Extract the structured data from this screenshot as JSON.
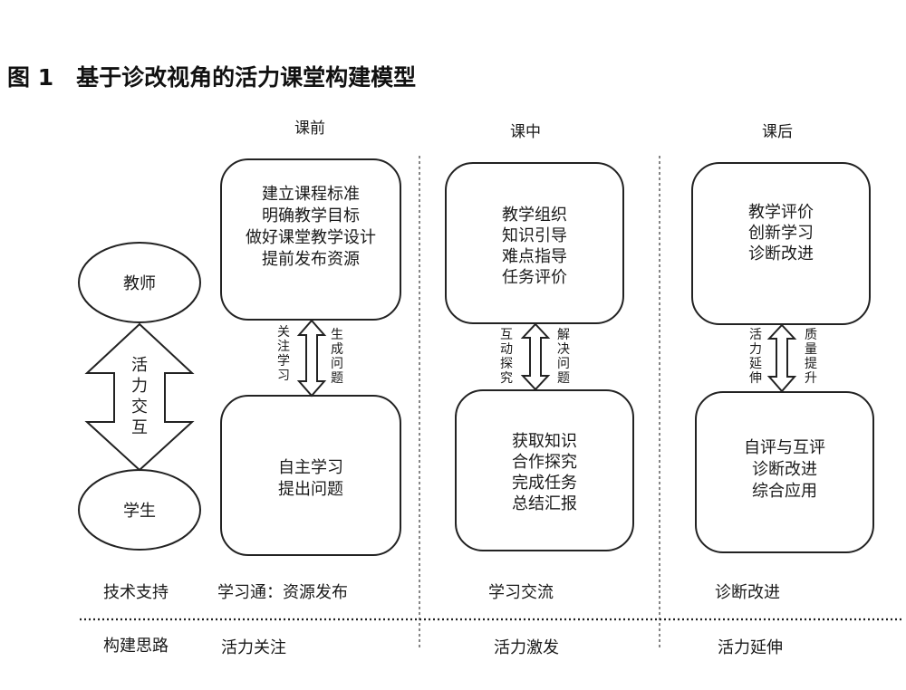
{
  "title": "图 1　基于诊改视角的活力课堂构建模型",
  "phases": [
    "课前",
    "课中",
    "课后"
  ],
  "roles": {
    "teacher": "教师",
    "student": "学生",
    "interaction": [
      "活",
      "力",
      "交",
      "互"
    ]
  },
  "boxes": {
    "pre_top": [
      "建立课程标准",
      "明确教学目标",
      "做好课堂教学设计",
      "提前发布资源"
    ],
    "pre_bottom": [
      "自主学习",
      "提出问题"
    ],
    "mid_top": [
      "教学组织",
      "知识引导",
      "难点指导",
      "任务评价"
    ],
    "mid_bottom": [
      "获取知识",
      "合作探究",
      "完成任务",
      "总结汇报"
    ],
    "post_top": [
      "教学评价",
      "创新学习",
      "诊断改进"
    ],
    "post_bottom": [
      "自评与互评",
      "诊断改进",
      "综合应用"
    ]
  },
  "links": {
    "pre": {
      "left": [
        "关",
        "注",
        "学",
        "习"
      ],
      "right": [
        "生",
        "成",
        "问",
        "题"
      ]
    },
    "mid": {
      "left": [
        "互",
        "动",
        "探",
        "究"
      ],
      "right": [
        "解",
        "决",
        "问",
        "题"
      ]
    },
    "post": {
      "left": [
        "活",
        "力",
        "延",
        "伸"
      ],
      "right": [
        "质",
        "量",
        "提",
        "升"
      ]
    }
  },
  "rows": {
    "tech": {
      "label": "技术支持",
      "pre": "学习通：资源发布",
      "mid": "学习交流",
      "post": "诊断改进"
    },
    "idea": {
      "label": "构建思路",
      "pre": "活力关注",
      "mid": "活力激发",
      "post": "活力延伸"
    }
  }
}
